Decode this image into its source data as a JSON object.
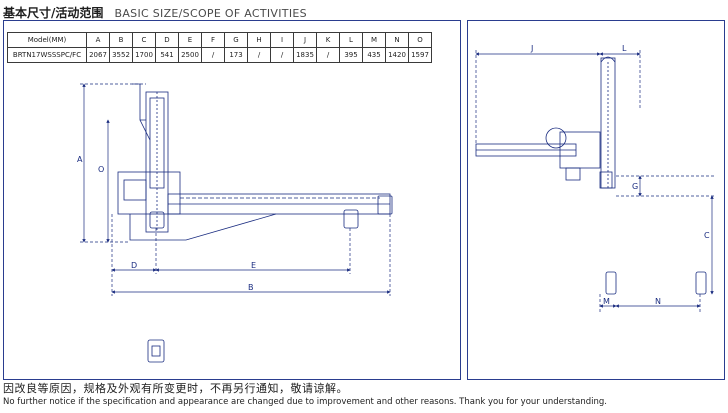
{
  "header": {
    "title_cn": "基本尺寸/活动范围",
    "title_en": "BASIC SIZE/SCOPE OF ACTIVITIES"
  },
  "spec_table": {
    "columns": [
      "Model(MM)",
      "A",
      "B",
      "C",
      "D",
      "E",
      "F",
      "G",
      "H",
      "I",
      "J",
      "K",
      "L",
      "M",
      "N",
      "O"
    ],
    "row": [
      "BRTN17WSSSPC/FC",
      "2067",
      "3552",
      "1700",
      "541",
      "2500",
      "/",
      "173",
      "/",
      "/",
      "1835",
      "/",
      "395",
      "435",
      "1420",
      "1597"
    ]
  },
  "dimensions": {
    "a": "A",
    "o": "O",
    "d": "D",
    "e": "E",
    "b": "B",
    "j": "J",
    "l": "L",
    "g": "G",
    "c": "C",
    "m": "M",
    "n": "N"
  },
  "footer": {
    "notice_cn": "因改良等原因，规格及外观有所变更时，不再另行通知，敬请谅解。",
    "notice_en": "No further notice if the specification and appearance are changed due to improvement and other reasons. Thank you for your understanding."
  },
  "colors": {
    "line": "#1a2c80",
    "frame": "#2a3d8f"
  }
}
